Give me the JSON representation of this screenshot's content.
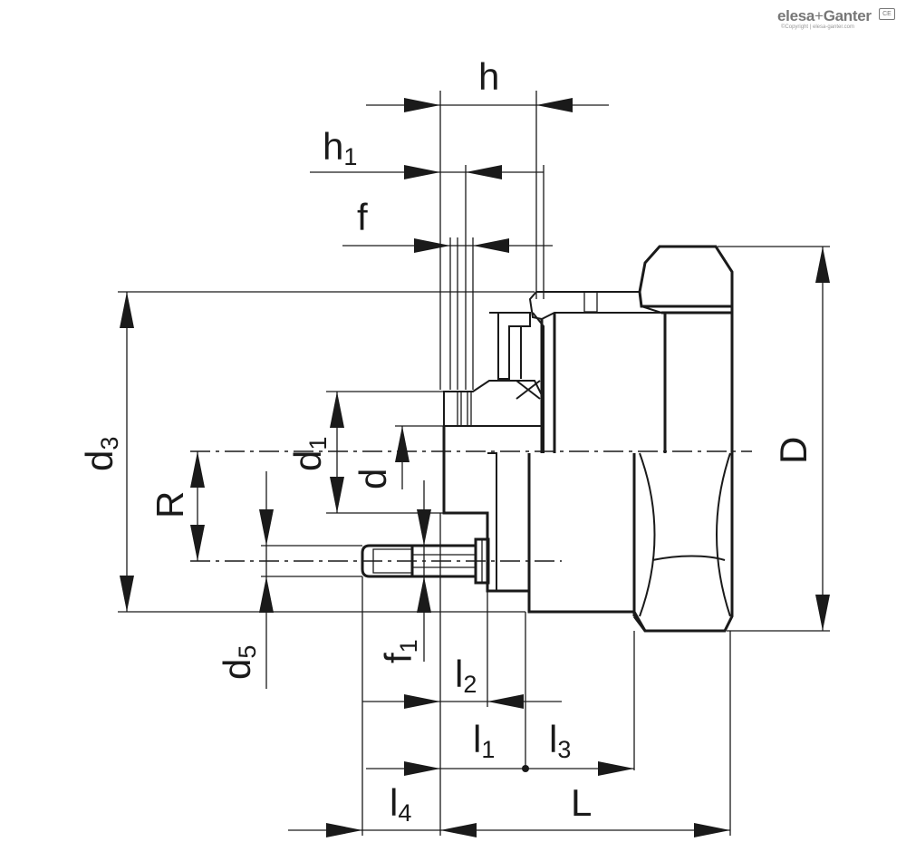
{
  "brand": {
    "name_part1": "elesa",
    "plus": "+",
    "name_part2": "Ganter",
    "copyright": "©Copyright | elesa-ganter.com",
    "badge": "CE"
  },
  "dimensions": [
    {
      "key": "h",
      "base": "h",
      "sub": ""
    },
    {
      "key": "h1",
      "base": "h",
      "sub": "1"
    },
    {
      "key": "f",
      "base": "f",
      "sub": ""
    },
    {
      "key": "d3",
      "base": "d",
      "sub": "3"
    },
    {
      "key": "d1",
      "base": "d",
      "sub": "1"
    },
    {
      "key": "d",
      "base": "d",
      "sub": ""
    },
    {
      "key": "R",
      "base": "R",
      "sub": ""
    },
    {
      "key": "D",
      "base": "D",
      "sub": ""
    },
    {
      "key": "d5",
      "base": "d",
      "sub": "5"
    },
    {
      "key": "f1",
      "base": "f",
      "sub": "1"
    },
    {
      "key": "l2",
      "base": "l",
      "sub": "2"
    },
    {
      "key": "l1",
      "base": "l",
      "sub": "1"
    },
    {
      "key": "l3",
      "base": "l",
      "sub": "3"
    },
    {
      "key": "l4",
      "base": "l",
      "sub": "4"
    },
    {
      "key": "L",
      "base": "L",
      "sub": ""
    }
  ],
  "icons": {
    "knurl": "crosshatch-grip-icon",
    "hatch": "section-hatch-icon"
  }
}
